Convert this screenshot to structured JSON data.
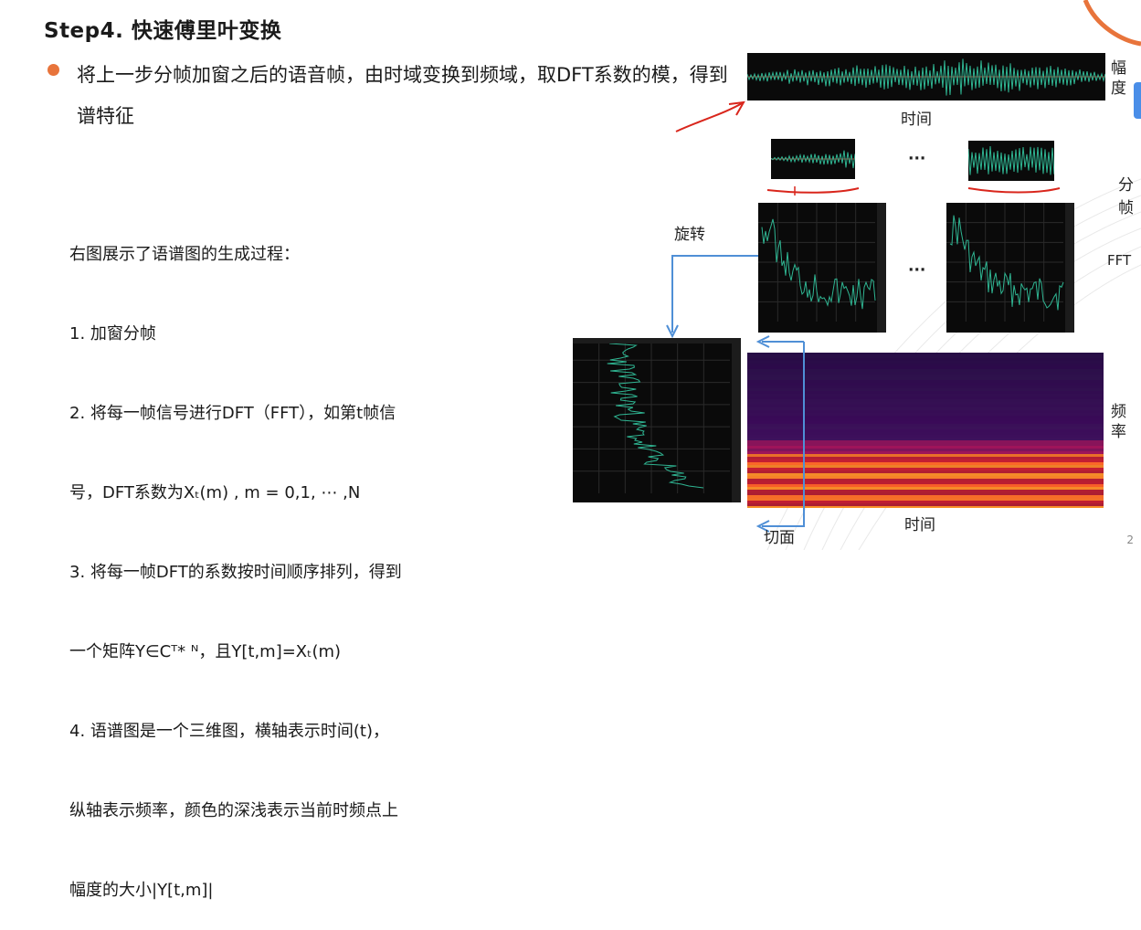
{
  "slide": {
    "title": "Step4. 快速傅里叶变换",
    "bullet": "将上一步分帧加窗之后的语音帧，由时域变换到频域，取DFT系数的模，得到谱特征",
    "desc_lines": [
      "右图展示了语谱图的生成过程：",
      "1. 加窗分帧",
      "2. 将每一帧信号进行DFT（FFT），如第t帧信",
      "号，DFT系数为Xₜ(m) , m = 0,1, ⋯ ,N",
      "3. 将每一帧DFT的系数按时间顺序排列，得到",
      "一个矩阵Y∈Cᵀ* ᴺ，且Y[t,m]=Xₜ(m)",
      "4. 语谱图是一个三维图，横轴表示时间(t)，",
      "纵轴表示频率，颜色的深浅表示当前时频点上",
      "幅度的大小|Y[t,m]|"
    ],
    "page_number": "2"
  },
  "figure": {
    "waveform_ylabel": "幅度",
    "waveform_xlabel": "时间",
    "frames_label": "分帧",
    "ellipsis": "···",
    "fft_label": "FFT",
    "rotate_label": "旋转",
    "freq_label": "频率",
    "spec_xlabel": "时间",
    "slice_label": "切面"
  },
  "colors": {
    "accent_orange": "#e8743b",
    "signal_green": "#2fb592",
    "arrow_blue": "#4f8fd6",
    "annotation_red": "#d9261c"
  }
}
